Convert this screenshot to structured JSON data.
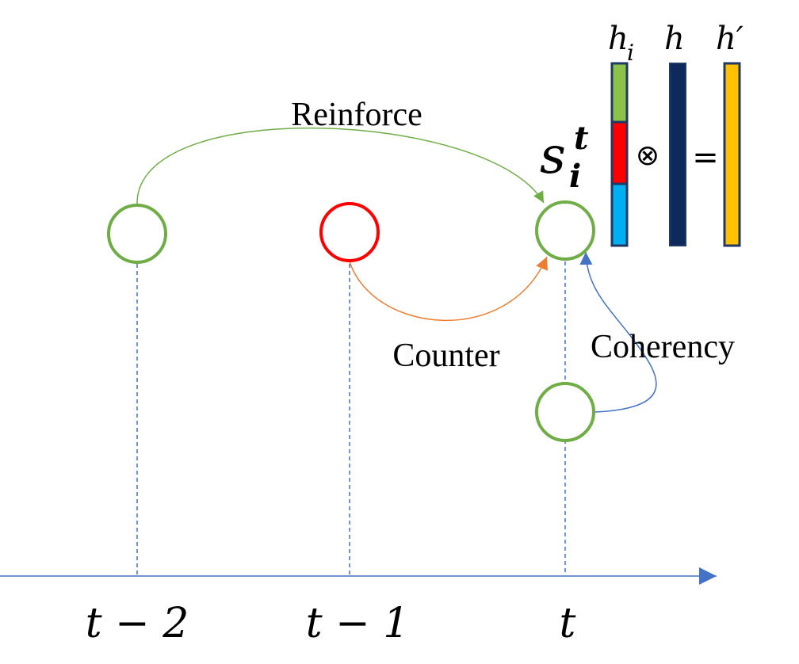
{
  "edges": {
    "reinforce": "Reinforce",
    "counter": "Counter",
    "coherency": "Coherency"
  },
  "time_labels": {
    "t_minus_2": "t − 2",
    "t_minus_1": "t − 1",
    "t": "t"
  },
  "state": {
    "base": "s",
    "subscript": "i",
    "superscript": "t"
  },
  "vectors": {
    "hi": {
      "base": "h",
      "subscript": "i"
    },
    "h": "h",
    "h_prime": "h′",
    "operator": "⊗",
    "equals": "="
  },
  "colors": {
    "node_green": "#70ad47",
    "node_red": "#ff0000",
    "reinforce_arrow": "#70ad47",
    "counter_arrow": "#ed7d31",
    "coherency_arrow": "#4472c4",
    "axis": "#4472c4",
    "hi_top": "#8bc34a",
    "hi_mid": "#ff0000",
    "hi_bottom": "#00b0f0",
    "h_bar": "#0e2a5c",
    "h_prime_bar": "#ffc000",
    "bar_border": "#1f3864"
  }
}
